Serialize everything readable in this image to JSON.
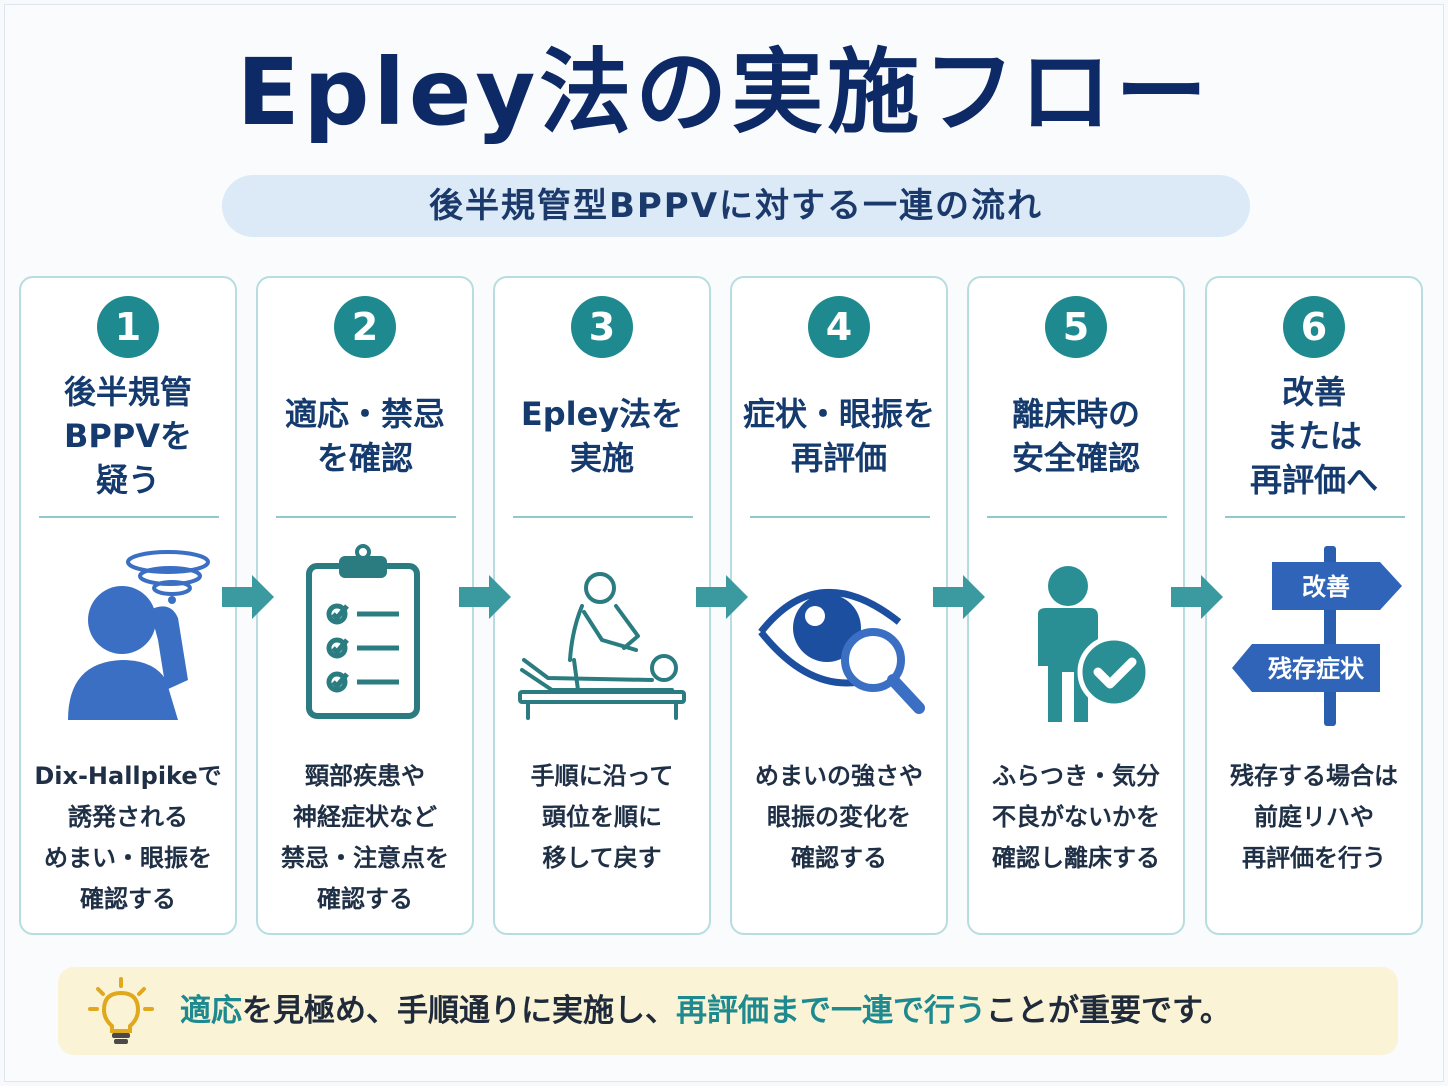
{
  "title": "Epley法の実施フロー",
  "subtitle": "後半規管型BPPVに対する一連の流れ",
  "colors": {
    "accent_teal": "#1e8a8f",
    "navy": "#0d2a66",
    "icon_blue": "#3a6fc4",
    "card_border": "#b8dde0",
    "note_bg": "#fbf3d6"
  },
  "steps": [
    {
      "number": "1",
      "title": "後半規管\nBPPVを\n疑う",
      "icon": "dizzy-person-icon",
      "description": "Dix-Hallpikeで\n誘発される\nめまい・眼振を\n確認する"
    },
    {
      "number": "2",
      "title": "適応・禁忌\nを確認",
      "icon": "clipboard-checklist-icon",
      "description": "頸部疾患や\n神経症状など\n禁忌・注意点を\n確認する"
    },
    {
      "number": "3",
      "title": "Epley法を\n実施",
      "icon": "therapist-patient-icon",
      "description": "手順に沿って\n頭位を順に\n移して戻す"
    },
    {
      "number": "4",
      "title": "症状・眼振を\n再評価",
      "icon": "eye-magnifier-icon",
      "description": "めまいの強さや\n眼振の変化を\n確認する"
    },
    {
      "number": "5",
      "title": "離床時の\n安全確認",
      "icon": "standing-person-check-icon",
      "description": "ふらつき・気分\n不良がないかを\n確認し離床する"
    },
    {
      "number": "6",
      "title": "改善\nまたは\n再評価へ",
      "icon": "signpost-icon",
      "description": "残存する場合は\n前庭リハや\n再評価を行う",
      "sign_labels": {
        "right": "改善",
        "left": "残存症状"
      }
    }
  ],
  "note": {
    "icon": "lightbulb-icon",
    "parts": [
      {
        "text": "適応",
        "highlight": true
      },
      {
        "text": "を見極め、手順通りに実施し、",
        "highlight": false
      },
      {
        "text": "再評価まで一連で行う",
        "highlight": true
      },
      {
        "text": "ことが重要です。",
        "highlight": false
      }
    ]
  }
}
